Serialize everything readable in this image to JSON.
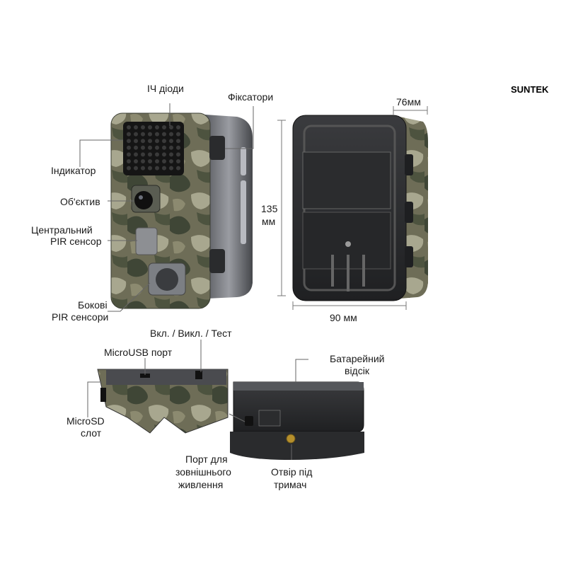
{
  "brand": "SUNTEK",
  "labels": {
    "ir_leds": "ІЧ діоди",
    "latches": "Фіксатори",
    "indicator": "Індикатор",
    "lens": "Об'єктив",
    "central_pir_1": "Центральний",
    "central_pir_2": "PIR сенсор",
    "side_pir_1": "Бокові",
    "side_pir_2": "PIR сенсори",
    "power_switch": "Вкл. / Викл. / Тест",
    "microusb": "MicroUSB порт",
    "microsd_1": "MicroSD",
    "microsd_2": "слот",
    "battery_1": "Батарейний",
    "battery_2": "відсік",
    "ext_power_1": "Порт для",
    "ext_power_2": "зовнішнього",
    "ext_power_3": "живлення",
    "mount_1": "Отвір під",
    "mount_2": "тримач"
  },
  "dimensions": {
    "depth": "76мм",
    "height_1": "135",
    "height_2": "мм",
    "width": "90 мм"
  },
  "colors": {
    "camo_base": "#6b6a55",
    "camo_dark": "#3f4636",
    "camo_light": "#a8a78f",
    "body_dark": "#2c2d2f",
    "body_mid": "#4a4c50",
    "body_light": "#8e9096"
  }
}
